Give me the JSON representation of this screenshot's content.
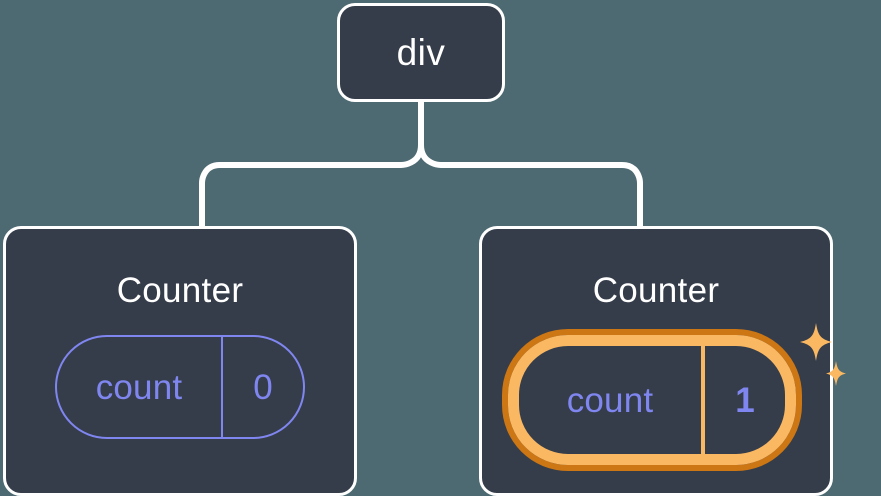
{
  "diagram": {
    "type": "component-tree",
    "title": "React component tree with highlighted state",
    "background_color": "#4d6a72",
    "node_fill_color": "#353d4a",
    "node_border_color": "#ffffff",
    "connector_color": "#ffffff",
    "state_color": "#8086f0",
    "highlight_color": "#fbb862",
    "highlight_shadow_color": "#cc7614"
  },
  "root": {
    "id": "root-div",
    "label": "div"
  },
  "children": [
    {
      "id": "counter-left",
      "label": "Counter",
      "state": {
        "key": "count",
        "value": "0",
        "highlighted": false
      }
    },
    {
      "id": "counter-right",
      "label": "Counter",
      "state": {
        "key": "count",
        "value": "1",
        "highlighted": true
      },
      "sparkle_icons": [
        "sparkle-large",
        "sparkle-small"
      ]
    }
  ]
}
